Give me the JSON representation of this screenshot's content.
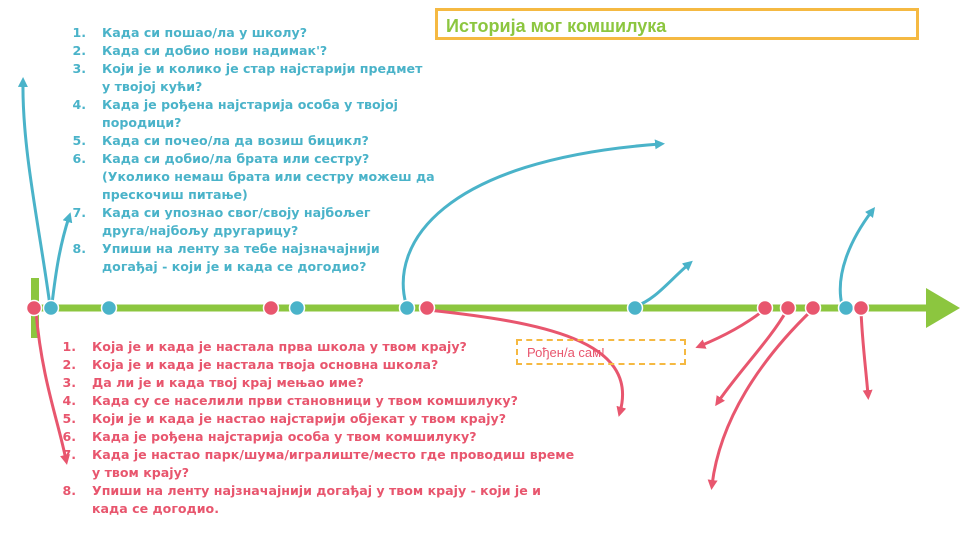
{
  "title": "Историја мог комшилука",
  "born_label": "Рођен/а сам!",
  "colors": {
    "timeline": "#8cc63f",
    "blue": "#4ab3c9",
    "red": "#e8566e",
    "orange": "#f5b942"
  },
  "personal_questions": [
    {
      "num": "1.",
      "text": "Када си пошао/ла у школу?"
    },
    {
      "num": "2.",
      "text": "Када си добио нови надимак'?"
    },
    {
      "num": "3.",
      "text": "Који је и колико је стар најстарији предмет\nу твојој кући?"
    },
    {
      "num": "4.",
      "text": "Када је рођена најстарија особа у твојој\nпородици?"
    },
    {
      "num": "5.",
      "text": "Када си почео/ла да возиш бицикл?"
    },
    {
      "num": "6.",
      "text": "Када си добио/ла брата или сестру?\n(Уколико немаш брата или сестру можеш да\nпрескочиш питање)"
    },
    {
      "num": "7.",
      "text": "Када си упознао свог/своју најбољег\nдруга/најбољу другарицу?"
    },
    {
      "num": "8.",
      "text": "Упиши на ленту за тебе најзначајнији\nдогађај - који је и када се догодио?"
    }
  ],
  "neighborhood_questions": [
    {
      "num": "1.",
      "text": "Која је и када је настала прва школа у твом крају?"
    },
    {
      "num": "2.",
      "text": "Која је и када је настала твоја основна школа?"
    },
    {
      "num": "3.",
      "text": "Да ли је и када твој крај мењао име?"
    },
    {
      "num": "4.",
      "text": "Када су се населили први становници у твом комшилуку?"
    },
    {
      "num": "5.",
      "text": "Који је и када је настао најстарији објекат у твом крају?"
    },
    {
      "num": "6.",
      "text": "Када је рођена најстарија особа у твом комшилуку?"
    },
    {
      "num": "7.",
      "text": "Када је настао парк/шума/игралиште/место где проводиш време\nу твом крају?"
    },
    {
      "num": "8.",
      "text": "Упиши на ленту најзначајнији догађај у твом крају - који је и\nкада се догодио."
    }
  ]
}
